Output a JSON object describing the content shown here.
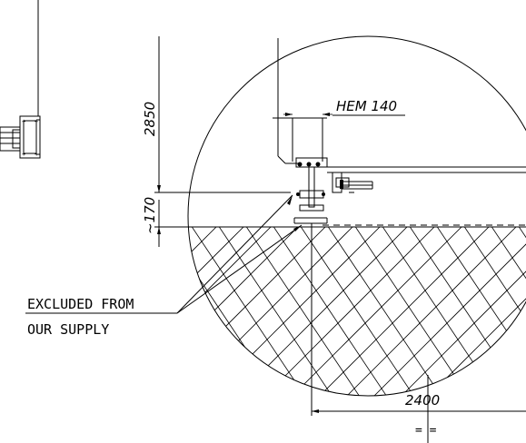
{
  "labels": {
    "beam": "HEM 140",
    "dim_height": "2850",
    "dim_small": "~170",
    "dim_width": "2400",
    "equal_marks": "= =",
    "note_line1": "EXCLUDED FROM",
    "note_line2": "OUR SUPPLY"
  },
  "colors": {
    "line": "#000000",
    "background": "#ffffff"
  }
}
